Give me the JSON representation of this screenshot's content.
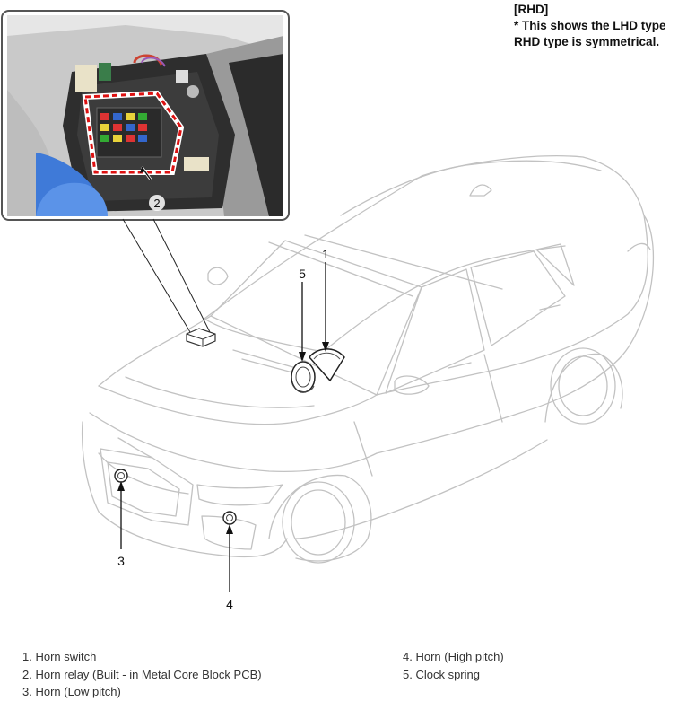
{
  "note": {
    "line1": "[RHD]",
    "line2": "* This shows the LHD type",
    "line3": "RHD type is symmetrical."
  },
  "callouts": {
    "c1": "1",
    "c2": "2",
    "c3": "3",
    "c4": "4",
    "c5": "5"
  },
  "legend": {
    "left": [
      "1. Horn switch",
      "2. Horn relay (Built - in Metal Core Block PCB)",
      "3. Horn (Low pitch)"
    ],
    "right": [
      "4. Horn (High pitch)",
      "5. Clock spring"
    ]
  }
}
